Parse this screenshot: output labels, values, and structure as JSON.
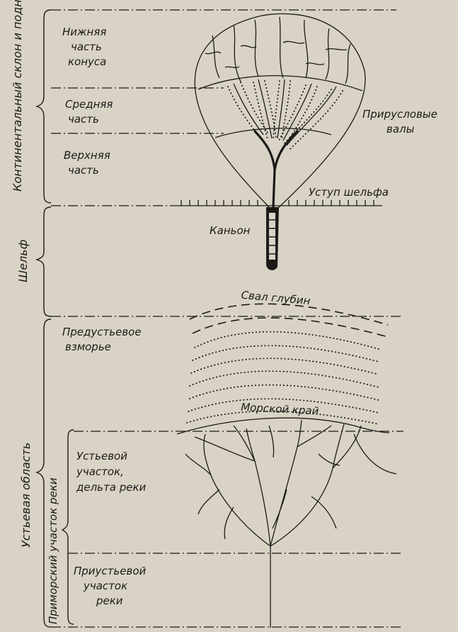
{
  "left_groups": [
    {
      "id": "continental-slope",
      "text": "Континентальный склон и подножие"
    },
    {
      "id": "shelf",
      "text": "Шельф"
    },
    {
      "id": "estuary-area",
      "text": "Устьевая область"
    },
    {
      "id": "coastal-river",
      "text": "Приморский участок реки"
    }
  ],
  "zones": {
    "lower_cone": [
      "Нижняя",
      "часть",
      "конуса"
    ],
    "middle": [
      "Средняя",
      "часть"
    ],
    "upper": [
      "Верхняя",
      "часть"
    ],
    "pre_estuary": [
      "Предустьевое",
      "взморье"
    ],
    "delta": [
      "Устьевой",
      "участок,",
      "дельта реки"
    ],
    "near_estuary": [
      "Приустьевой",
      "участок",
      "реки"
    ]
  },
  "annotations": {
    "levees": [
      "Прирусловые",
      "валы"
    ],
    "shelf_edge": "Уступ шельфа",
    "canyon": "Каньон",
    "depth_drop": "Свал глубин",
    "sea_edge": "Морской край"
  }
}
